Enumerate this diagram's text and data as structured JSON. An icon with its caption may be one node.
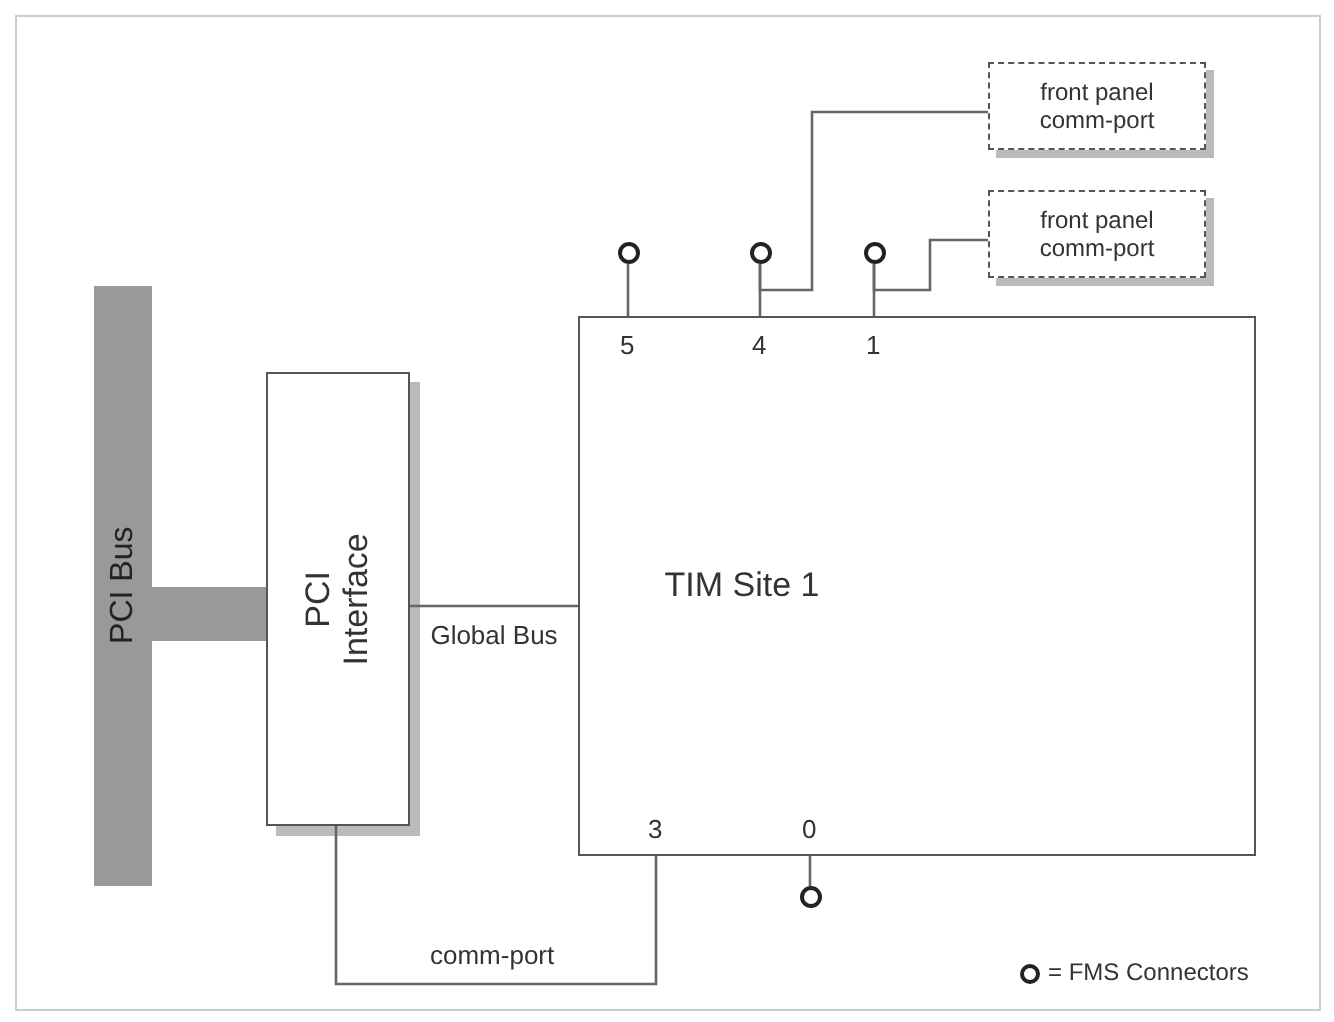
{
  "diagram": {
    "nodes": [
      {
        "text": [
          "front panel comm-port"
        ]
      },
      {
        "text": [
          "front panel comm-port"
        ]
      },
      {
        "text": [],
        "shape": "circle"
      },
      {
        "text": [],
        "shape": "circle"
      },
      {
        "text": [],
        "shape": "circle"
      },
      {
        "text": [
          "PCI Bus"
        ]
      },
      {
        "text": [
          "PCI Interface"
        ]
      },
      {
        "text": [
          "TIM Site 1"
        ]
      },
      {
        "text": [],
        "shape": "circle"
      }
    ],
    "edges": [
      {
        "from": 5,
        "to": 6,
        "arrow": "none",
        "style": "thick",
        "color": "#999999"
      },
      {
        "from": 6,
        "to": 7,
        "arrow": "none",
        "label": "Global Bus"
      },
      {
        "from": 6,
        "to": 7,
        "arrow": "none",
        "label": "comm-port"
      },
      {
        "from": 2,
        "to": 7,
        "arrow": "none"
      },
      {
        "from": 3,
        "to": 7,
        "arrow": "none"
      },
      {
        "from": 4,
        "to": 7,
        "arrow": "none"
      },
      {
        "from": 3,
        "to": 0,
        "arrow": "none"
      },
      {
        "from": 4,
        "to": 1,
        "arrow": "none"
      },
      {
        "from": 8,
        "to": 7,
        "arrow": "none"
      }
    ],
    "labels": [
      "5",
      "4",
      "1",
      "3",
      "0"
    ],
    "legend": [
      {
        "text": "= FMS Connectors"
      }
    ]
  }
}
